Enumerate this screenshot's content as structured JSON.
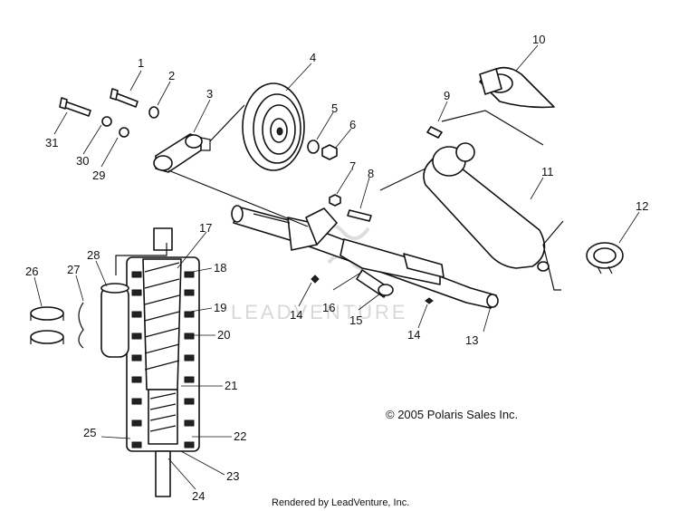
{
  "callouts": [
    "1",
    "2",
    "3",
    "4",
    "5",
    "6",
    "7",
    "8",
    "9",
    "10",
    "11",
    "12",
    "13",
    "14",
    "14",
    "15",
    "16",
    "17",
    "18",
    "19",
    "20",
    "21",
    "22",
    "23",
    "24",
    "25",
    "26",
    "27",
    "28",
    "29",
    "30",
    "31"
  ],
  "copyright": "© 2005 Polaris Sales Inc.",
  "footer": "Rendered by LeadVenture, Inc.",
  "watermark": "LEADVENTURE"
}
